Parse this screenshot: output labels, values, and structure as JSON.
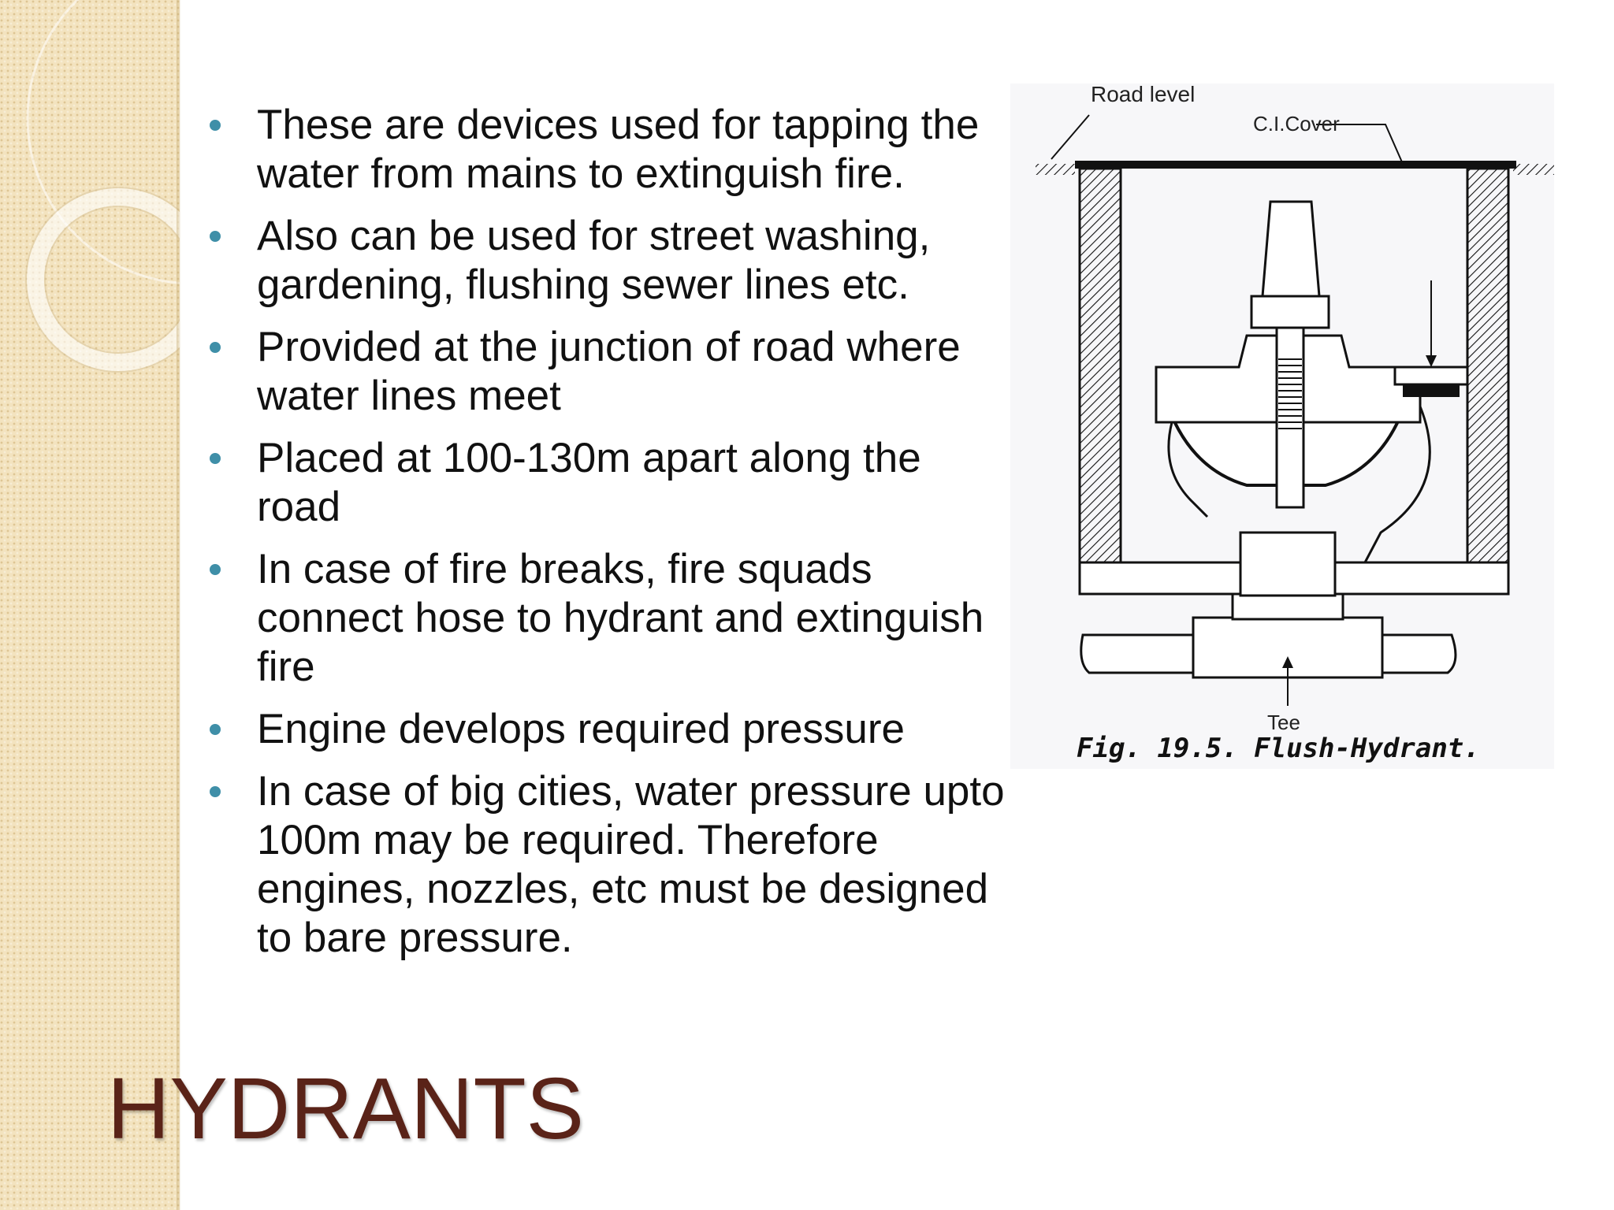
{
  "slide": {
    "title": "HYDRANTS",
    "bullets": [
      "These are devices used for tapping the water from mains to extinguish fire.",
      "Also can be used for street washing, gardening, flushing sewer lines etc.",
      "Provided at the junction of road where water lines meet",
      "Placed at 100-130m apart along the road",
      "In case of fire breaks, fire squads connect hose to hydrant and extinguish fire",
      "Engine develops required pressure",
      "In case of big cities, water pressure upto 100m may be required. Therefore engines, nozzles, etc must be designed to bare pressure."
    ]
  },
  "figure": {
    "labels": {
      "road_level": "Road level",
      "ci_cover": "C.I.Cover",
      "tee": "Tee"
    },
    "caption": "Fig. 19.5. Flush-Hydrant."
  },
  "colors": {
    "title": "#5a2318",
    "bullet_dot": "#3f8fa8",
    "strip": "#f3e3bf"
  }
}
